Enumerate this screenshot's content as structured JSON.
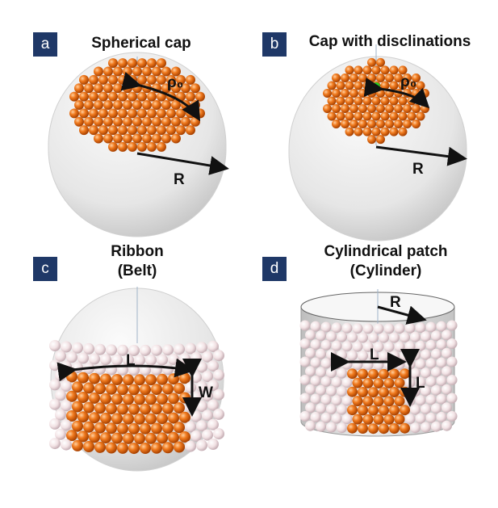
{
  "panels": [
    {
      "id": "a",
      "letter": "a",
      "title": "Spherical cap",
      "labels": {
        "rho": "ρ₀",
        "radius": "R"
      }
    },
    {
      "id": "b",
      "letter": "b",
      "title": "Cap with disclinations",
      "labels": {
        "rho": "ρ₀",
        "radius": "R"
      }
    },
    {
      "id": "c",
      "letter": "c",
      "title": "Ribbon",
      "subtitle": "(Belt)",
      "labels": {
        "length": "L",
        "width": "W"
      }
    },
    {
      "id": "d",
      "letter": "d",
      "title": "Cylindrical patch",
      "subtitle": "(Cylinder)",
      "labels": {
        "radius": "R",
        "length": "L",
        "height": "L"
      }
    }
  ],
  "colors": {
    "tag_bg": "#1f3867",
    "particle_orange": "#e8701a",
    "particle_pale": "#f4dede",
    "arrow": "#111111",
    "defect": "#22cc22"
  }
}
